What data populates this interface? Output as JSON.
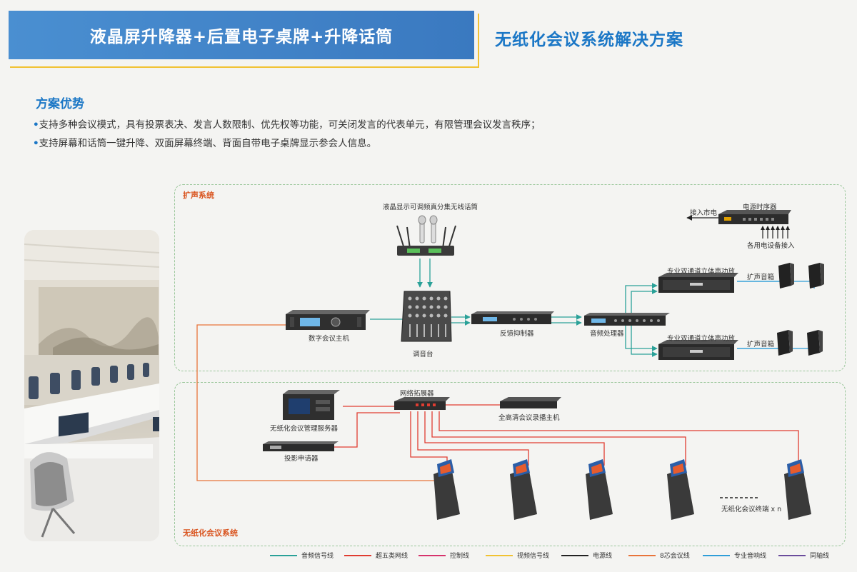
{
  "header": {
    "banner_title": "液晶屏升降器+后置电子桌牌+升降话筒",
    "brand_title": "无纸化会议系统解决方案"
  },
  "advantages": {
    "heading": "方案优势",
    "bullets": [
      "支持多种会议模式，具有投票表决、发言人数限制、优先权等功能，可关闭发言的代表单元，有限管理会议发言秩序；",
      "支持屏幕和话筒一键升降、双面屏幕终端、背面自带电子桌牌显示参会人信息。"
    ]
  },
  "sections": {
    "amplification": "扩声系统",
    "paperless": "无纸化会议系统"
  },
  "devices": {
    "wireless_mic": "液晶显示可调频真分集无线话筒",
    "power_sequencer": "电源时序器",
    "mains_input": "接入市电",
    "equipment_input": "各用电设备接入",
    "conference_host": "数字会议主机",
    "mixer": "调音台",
    "feedback_suppressor": "反馈抑制器",
    "audio_processor": "音频处理器",
    "amplifier_top": "专业双通道立体声功放",
    "amplifier_bottom": "专业双通道立体声功放",
    "speaker_top": "扩声音箱",
    "speaker_bottom": "扩声音箱",
    "network_switch": "网络拓展器",
    "management_server": "无纸化会议管理服务器",
    "recording_host": "全高清会议录播主机",
    "projector_controller": "投影申请器",
    "terminals": "无纸化会议终端 x n"
  },
  "legend": [
    {
      "label": "音频信号线",
      "color": "#2aa198"
    },
    {
      "label": "超五类网线",
      "color": "#e03c31"
    },
    {
      "label": "控制线",
      "color": "#d6336c"
    },
    {
      "label": "视频信号线",
      "color": "#f1c232"
    },
    {
      "label": "电源线",
      "color": "#222222"
    },
    {
      "label": "8芯会议线",
      "color": "#e8743b"
    },
    {
      "label": "专业音响线",
      "color": "#2f9ed8"
    },
    {
      "label": "同轴线",
      "color": "#6a4c9c"
    }
  ],
  "colors": {
    "accent_blue": "#1b77c6",
    "banner_blue": "#3a79c0",
    "gold": "#f1c232",
    "section_label": "#d9531e"
  }
}
